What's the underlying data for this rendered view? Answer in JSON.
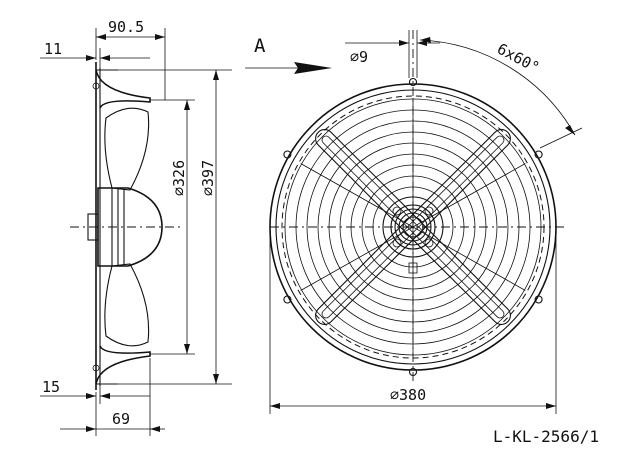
{
  "drawing": {
    "view_label": "A",
    "dimensions": {
      "top_width": "90.5",
      "flange_offset": "11",
      "hole_diameter": "⌀9",
      "bolt_pattern": "6x60°",
      "bore_diameter": "⌀326",
      "outer_diameter": "⌀397",
      "bottom_offset": "15",
      "depth": "69",
      "pitch_circle": "⌀380"
    },
    "drawing_number": "L-KL-2566/1"
  }
}
